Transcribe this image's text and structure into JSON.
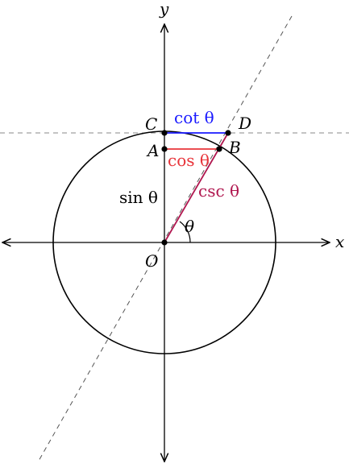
{
  "axes": {
    "x_label": "x",
    "y_label": "y"
  },
  "points": {
    "O": "O",
    "A": "A",
    "B": "B",
    "C": "C",
    "D": "D"
  },
  "segments": {
    "cot": "cot θ",
    "cos": "cos θ",
    "csc": "csc θ",
    "sin": "sin θ"
  },
  "angle_label": "θ",
  "colors": {
    "cot": "#1a1aff",
    "cos": "#e8343a",
    "csc": "#b0174f",
    "sin": "#000000",
    "guides": "#888888"
  }
}
